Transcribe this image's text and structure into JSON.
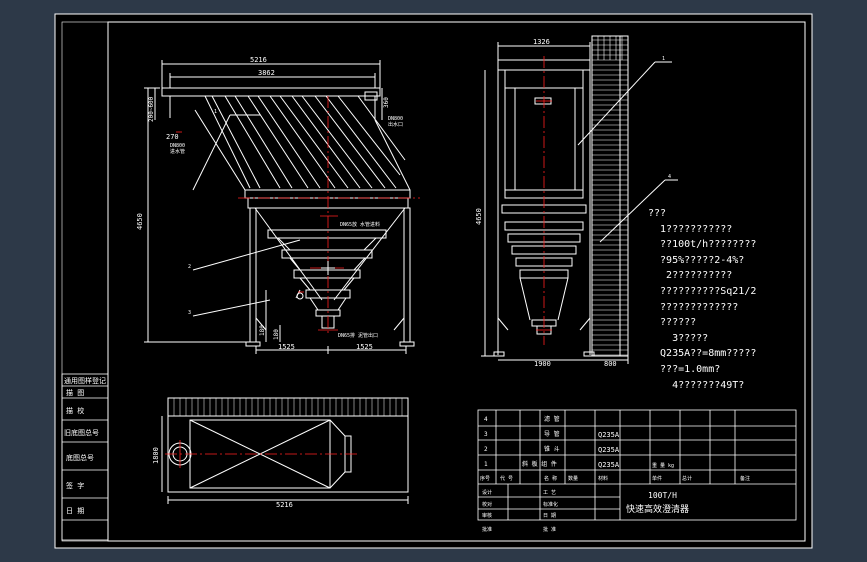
{
  "palette": {
    "frame": "#ffffff",
    "paper": "#000000",
    "outside": "#2d3948",
    "centerline": "#ff2020",
    "dimension": "#ffffff",
    "leader": "#ffffff"
  },
  "front_view": {
    "dims": {
      "overall_width": "5216",
      "inner_width": "3862",
      "height": "4650",
      "top_offset": "200~600",
      "left_small": "270",
      "right_small": "360",
      "bottom_left": "1525",
      "bottom_right": "1525",
      "outlet_height_a": "180",
      "outlet_height_b": "180"
    },
    "labels": {
      "inlet_left": "DN800\n进水管",
      "inlet_right": "DN800\n出水口",
      "mid_pipe": "DN65放 水管进料",
      "bottom_pipe": "DN65排 泥管出口"
    },
    "leaders": [
      "1",
      "2",
      "3"
    ]
  },
  "side_view": {
    "dims": {
      "top_width": "1326",
      "height": "4650",
      "bottom_width": "1900",
      "right_width": "800"
    },
    "leaders": [
      "1",
      "4"
    ]
  },
  "plan_view": {
    "dims": {
      "width": "5216",
      "height": "1800"
    }
  },
  "notes": [
    "???",
    "  1???????????",
    "  ??100t/h????????",
    "  ?95%?????2-4%?",
    "   2??????????",
    "  ??????????Sq21/2",
    "  ?????????????",
    "  ??????",
    "    3?????",
    "  Q235A??=8mm?????",
    "  ???=1.0mm?",
    "    4???????49T?"
  ],
  "side_table": {
    "rows": [
      "通用图样登记",
      "描 图",
      "描 校",
      "旧底图总号",
      "底图总号",
      "签 字",
      "日 期"
    ]
  },
  "title_block": {
    "parts": [
      {
        "no": "4",
        "name": "滤 管",
        "material": ""
      },
      {
        "no": "3",
        "name": "导 管",
        "material": "Q235A"
      },
      {
        "no": "2",
        "name": "锥 斗",
        "material": "Q235A"
      },
      {
        "no": "1",
        "name": "斜 板 组 件",
        "material": "Q235A"
      }
    ],
    "header": [
      "序号",
      "代 号",
      "名 称",
      "数量",
      "材料",
      "单件",
      "总计",
      "备注"
    ],
    "weight_label": "重 量 kg",
    "project": "100T/H",
    "drawing_name": "快速高效澄清器",
    "sign_rows": [
      "设计",
      "校对",
      "审核",
      "批准"
    ],
    "stage_labels": [
      "工 艺",
      "标准化",
      "日 期",
      "批 准"
    ]
  }
}
